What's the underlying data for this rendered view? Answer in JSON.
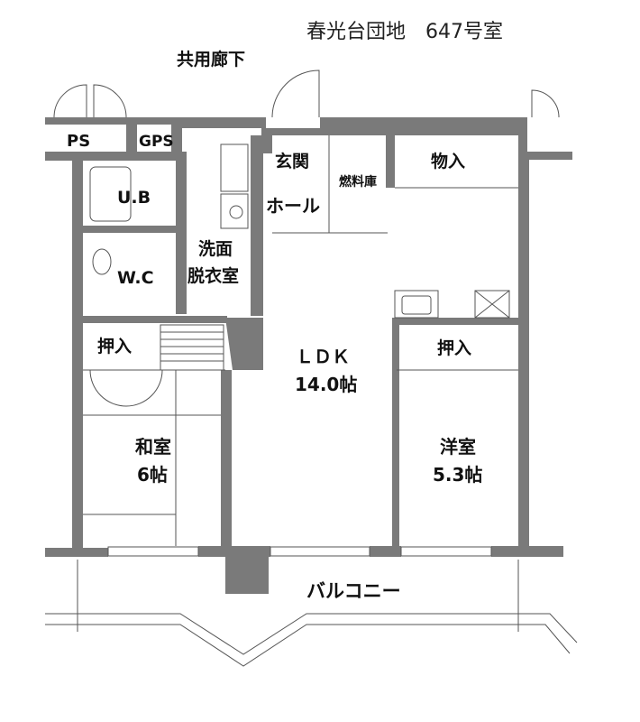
{
  "title": "春光台団地　647号室",
  "corridor": "共用廊下",
  "balcony": "バルコニー",
  "rooms": {
    "ps": "PS",
    "gps": "GPS",
    "ub": "U.B",
    "wc": "W.C",
    "oshiire_left": "押入",
    "senmen_1": "洗面",
    "senmen_2": "脱衣室",
    "genkan": "玄関",
    "hall": "ホール",
    "nenryo": "燃料庫",
    "mono": "物入",
    "ldk_1": "ＬＤＫ",
    "ldk_2": "14.0帖",
    "oshiire_right": "押入",
    "washitsu_1": "和室",
    "washitsu_2": "6帖",
    "yoshitsu_1": "洋室",
    "yoshitsu_2": "5.3帖"
  },
  "colors": {
    "wall": "#7a7a7a",
    "line": "#555555",
    "text": "#111111"
  }
}
